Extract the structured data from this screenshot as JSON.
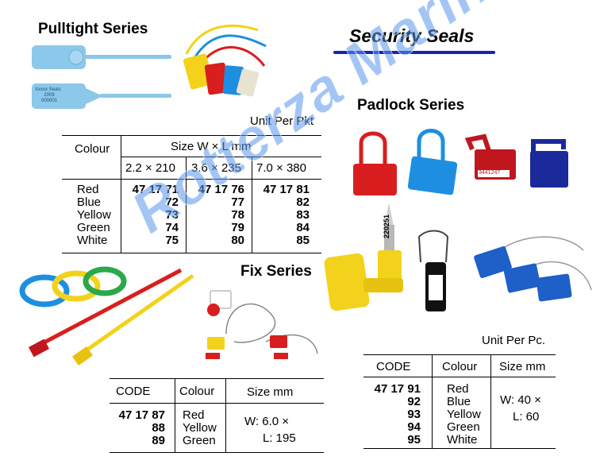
{
  "pulltight": {
    "heading": "Pulltight Series",
    "unit": "Unit Per Pkt",
    "table": {
      "colour_header": "Colour",
      "size_header": "Size W × L mm",
      "sizes": [
        "2.2 × 210",
        "3.6 × 235",
        "7.0 × 380"
      ],
      "colours": [
        "Red",
        "Blue",
        "Yellow",
        "Green",
        "White"
      ],
      "codes_col1": [
        "47 17 71",
        "72",
        "73",
        "74",
        "75"
      ],
      "codes_col2": [
        "47 17 76",
        "77",
        "78",
        "79",
        "80"
      ],
      "codes_col3": [
        "47 17 81",
        "82",
        "83",
        "84",
        "85"
      ]
    },
    "seal_text": [
      "Xxxxx Seals",
      "2009",
      "000001"
    ]
  },
  "page_title": "Security Seals",
  "padlock": {
    "heading": "Padlock Series",
    "unit": "Unit Per Pc.",
    "table": {
      "code_header": "CODE",
      "colour_header": "Colour",
      "size_header": "Size mm",
      "codes": [
        "47 17 91",
        "92",
        "93",
        "94",
        "95"
      ],
      "colours": [
        "Red",
        "Blue",
        "Yellow",
        "Green",
        "White"
      ],
      "size_w": "W: 40 ×",
      "size_l": "L: 60"
    },
    "seal_number": "3441247"
  },
  "fix": {
    "heading": "Fix Series",
    "table": {
      "code_header": "CODE",
      "colour_header": "Colour",
      "size_header": "Size mm",
      "codes": [
        "47 17 87",
        "88",
        "89"
      ],
      "colours": [
        "Red",
        "Yellow",
        "Green"
      ],
      "size_w": "W: 6.0 ×",
      "size_l": "L: 195"
    }
  },
  "bolt_seal_number": "220251",
  "watermark": "Rotterza Marine",
  "colors": {
    "title_bar": "#1a22b0",
    "seal_red": "#d81e1e",
    "seal_blue": "#1e8fe0",
    "seal_yellow": "#f2d21a",
    "seal_green": "#2aa84a",
    "seal_light_blue": "#8cc8ea",
    "watermark": "#5a96eb"
  }
}
